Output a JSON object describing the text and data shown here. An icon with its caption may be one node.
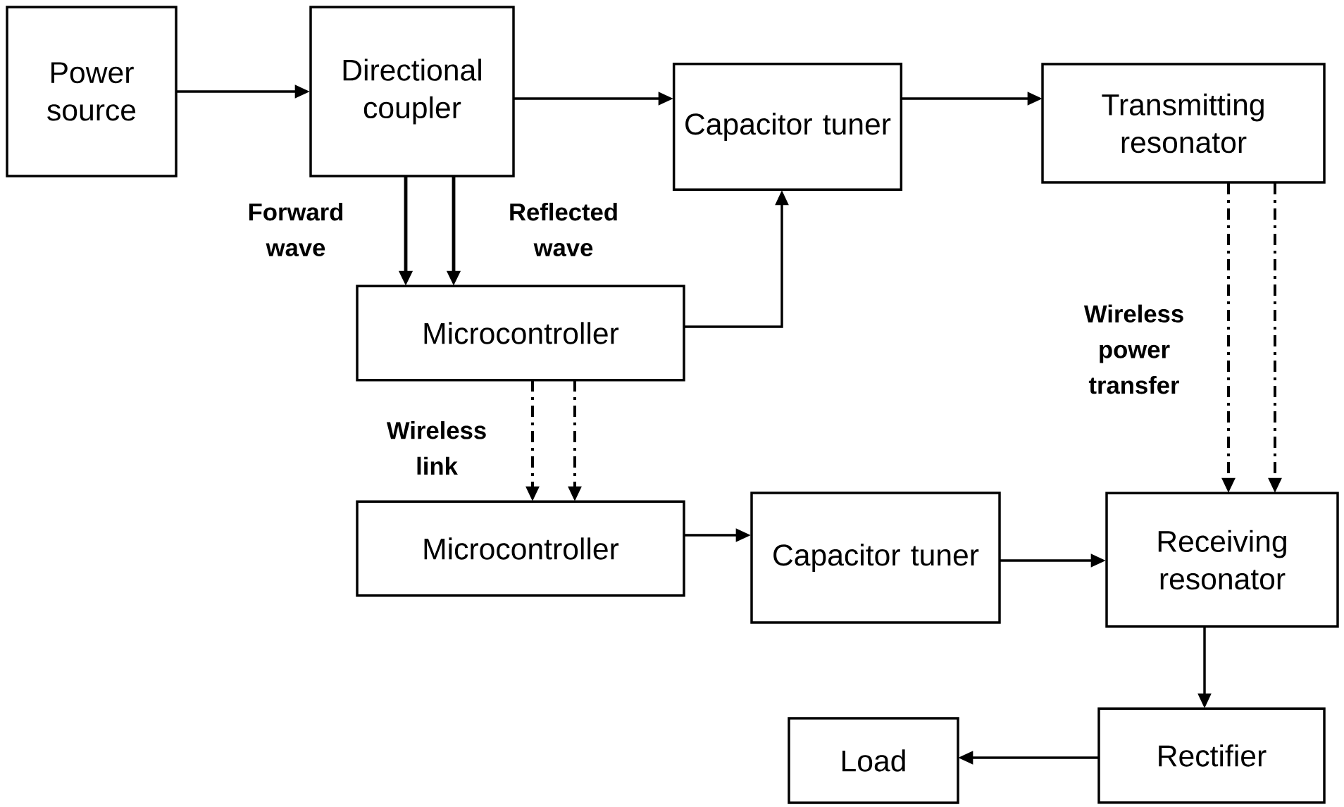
{
  "diagram": {
    "nodes": [
      {
        "text": [
          "Power source"
        ]
      },
      {
        "text": [
          "Directional coupler"
        ]
      },
      {
        "text": [
          "Capacitor tuner"
        ]
      },
      {
        "text": [
          "Transmitting resonator"
        ]
      },
      {
        "text": [
          "Microcontroller"
        ]
      },
      {
        "text": [
          "Microcontroller"
        ]
      },
      {
        "text": [
          "Capacitor tuner"
        ]
      },
      {
        "text": [
          "Receiving resonator"
        ]
      },
      {
        "text": [
          "Rectifier"
        ]
      },
      {
        "text": [
          "Load"
        ]
      }
    ],
    "edges": [
      {
        "from": 0,
        "to": 1,
        "arrow": "to"
      },
      {
        "from": 1,
        "to": 2,
        "arrow": "to"
      },
      {
        "from": 2,
        "to": 3,
        "arrow": "to"
      },
      {
        "from": 1,
        "to": 4,
        "arrow": "to",
        "label": "Forward wave"
      },
      {
        "from": 1,
        "to": 4,
        "arrow": "to",
        "label": "Reflected wave"
      },
      {
        "from": 4,
        "to": 2,
        "arrow": "to"
      },
      {
        "from": 4,
        "to": 5,
        "arrow": "to",
        "style": "dashed",
        "label": "Wireless link"
      },
      {
        "from": 4,
        "to": 5,
        "arrow": "to",
        "style": "dashed"
      },
      {
        "from": 3,
        "to": 7,
        "arrow": "to",
        "style": "dashed",
        "label": "Wireless power transfer"
      },
      {
        "from": 3,
        "to": 7,
        "arrow": "to",
        "style": "dashed"
      },
      {
        "from": 5,
        "to": 6,
        "arrow": "to"
      },
      {
        "from": 6,
        "to": 7,
        "arrow": "to"
      },
      {
        "from": 7,
        "to": 8,
        "arrow": "to"
      },
      {
        "from": 8,
        "to": 9,
        "arrow": "to"
      }
    ]
  }
}
